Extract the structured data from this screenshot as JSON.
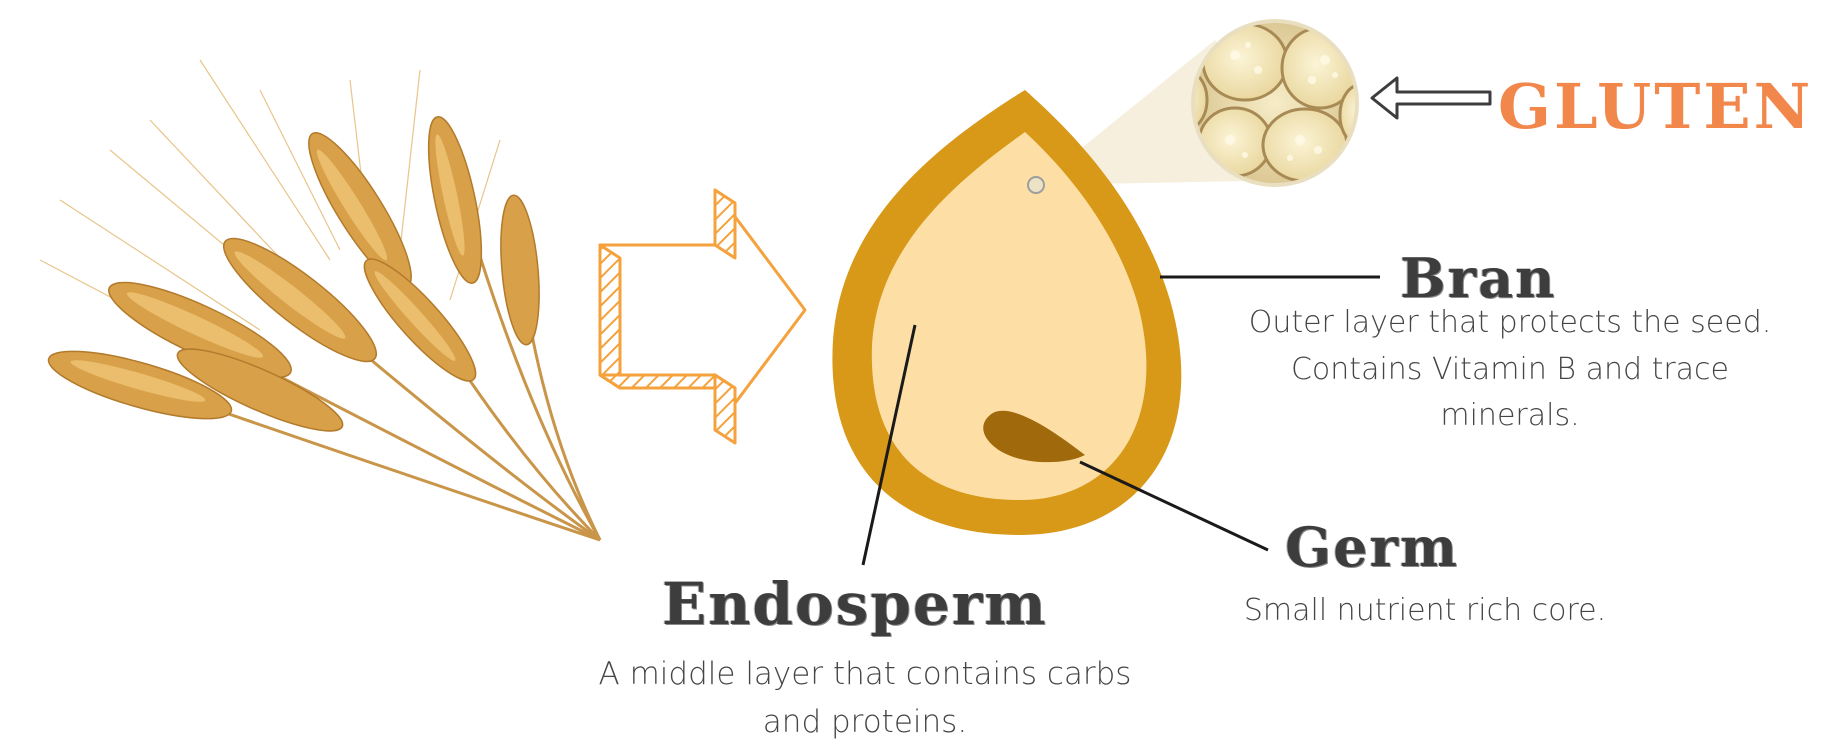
{
  "labels": {
    "gluten": "GLUTEN",
    "bran": {
      "title": "Bran",
      "description": "Outer layer that protects the seed. Contains Vitamin B and trace minerals."
    },
    "germ": {
      "title": "Germ",
      "description": "Small nutrient rich core."
    },
    "endosperm": {
      "title": "Endosperm",
      "description": "A middle layer that contains carbs and proteins."
    }
  },
  "colors": {
    "accent_orange": "#f2874b",
    "arrow_orange": "#f5a13c",
    "grain_outer": "#d89818",
    "grain_inner": "#fddfa6",
    "germ": "#a06a0c",
    "text_dark": "#3d3d3d",
    "wheat_gold": "#d9a04a"
  },
  "icons": {
    "wheat_bundle": "wheat-bundle-illustration",
    "hatched_arrow": "hatched-arrow-right-icon",
    "pointer_arrow": "outline-arrow-left-icon",
    "magnifier": "gluten-cell-magnifier-icon"
  }
}
